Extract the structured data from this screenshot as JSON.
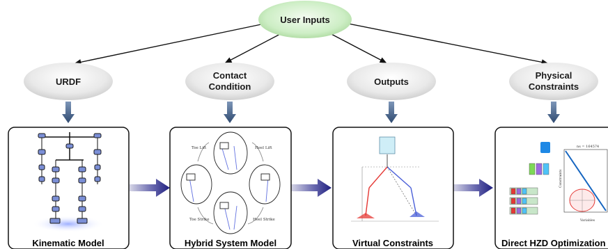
{
  "root": {
    "label": "User Inputs"
  },
  "inputs": [
    {
      "lines": [
        "URDF"
      ]
    },
    {
      "lines": [
        "Contact",
        "Condition"
      ]
    },
    {
      "lines": [
        "Outputs"
      ]
    },
    {
      "lines": [
        "Physical",
        "Constraints"
      ]
    }
  ],
  "panels": [
    {
      "caption": "Kinematic Model"
    },
    {
      "caption": "Hybrid System Model"
    },
    {
      "caption": "Virtual Constraints"
    },
    {
      "caption": "Direct HZD Optimization"
    }
  ],
  "hybrid_labels": {
    "toe_lift": "Toe Lift",
    "heel_lift": "Heel Lift",
    "toe_strike": "Toe Strike",
    "heel_strike": "Heel Strike"
  },
  "hzd": {
    "plot_title": "ns = 164574",
    "x_axis": "Variables",
    "y_axis": "Constraints"
  },
  "colors": {
    "root_fill": "#cdeec5",
    "input_fill": "#e6e6e6",
    "arrow_blue": "#3d5a80",
    "flow_arrow": "#2b2b8a",
    "robot_blue": "#7b8fd6",
    "highlight_red": "#e53935"
  }
}
